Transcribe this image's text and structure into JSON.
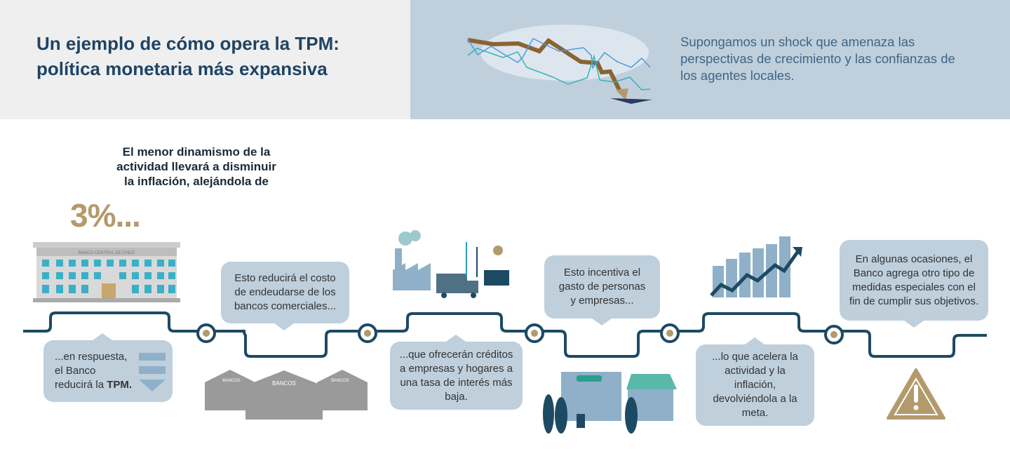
{
  "header": {
    "title_line1": "Un ejemplo de cómo opera la TPM:",
    "title_line2": "política monetaria más expansiva",
    "intro": "Supongamos un shock que amenaza las perspectivas de crecimiento y las confianzas de los agentes locales."
  },
  "lead": {
    "text_line1": "El menor dinamismo de la",
    "text_line2": "actividad llevará a disminuir",
    "text_line3": "la inflación, alejándola de",
    "value": "3%..."
  },
  "building_labels": {
    "central_bank": "BANCO CENTRAL DE CHILE",
    "banks": "BANCOS"
  },
  "steps": [
    {
      "text_plain": "...en respuesta, el Banco reducirá la ",
      "text_bold": "TPM."
    },
    {
      "text": "Esto reducirá el costo de endeudarse de los bancos comerciales..."
    },
    {
      "text": "...que ofrecerán créditos a empresas y hogares a una tasa de interés más baja."
    },
    {
      "text": "Esto incentiva el gasto de personas y empresas..."
    },
    {
      "text": "...lo que acelera la actividad y la inflación, devolviéndola a la meta."
    },
    {
      "text": "En algunas ocasiones, el Banco agrega otro tipo de medidas especiales con el fin de cumplir sus objetivos."
    }
  ],
  "colors": {
    "navy": "#1e4464",
    "line": "#1d4a63",
    "gold": "#b39a6b",
    "bubble": "#bfcfdc"
  }
}
